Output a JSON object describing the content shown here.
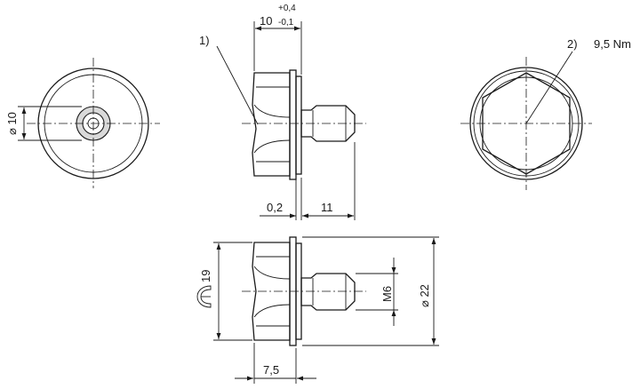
{
  "labels": {
    "callout_1": "1)",
    "callout_2": "2)",
    "torque": "9,5 Nm",
    "dim_width": "10",
    "tol_upper": "+0,4",
    "tol_lower": "-0,1",
    "dim_gap": "0,2",
    "dim_pin": "11",
    "dim_diameter_10": "⌀ 10",
    "dim_wrench": "19",
    "dim_thread": "M6",
    "dim_diameter_22": "⌀ 22",
    "dim_height": "7,5"
  }
}
